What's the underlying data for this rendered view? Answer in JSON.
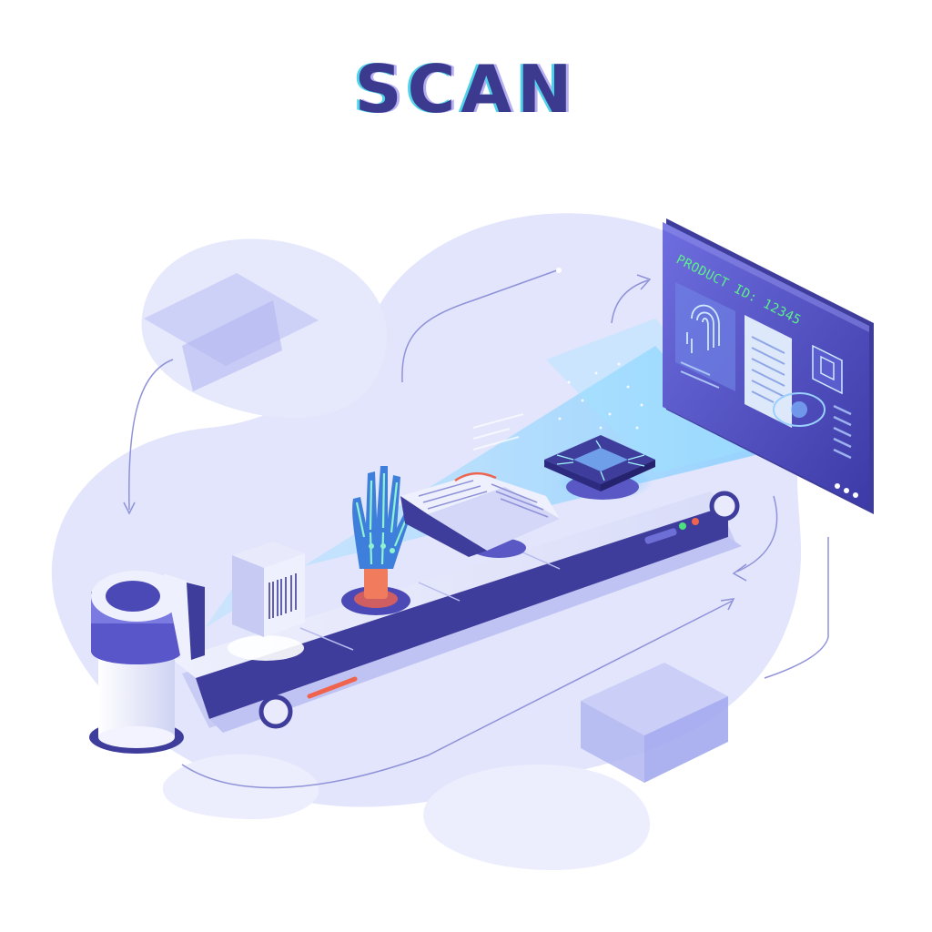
{
  "title": "SCAN",
  "screen": {
    "product_label": "PRODUCT ID: 12345"
  },
  "colors": {
    "indigo": "#3f3d9c",
    "lavender_bg": "#dfe1fb",
    "scan_beam": "#7fd6ff",
    "screen_text": "#5cf08a",
    "accent_red": "#f0644d",
    "cyan": "#4fd3e8"
  },
  "items_on_belt": [
    {
      "icon": "barcode-box-icon"
    },
    {
      "icon": "xray-hand-icon"
    },
    {
      "icon": "open-book-icon"
    },
    {
      "icon": "microchip-icon"
    }
  ],
  "screen_icons": [
    "fingerprint-icon",
    "document-icon",
    "chip-icon",
    "eye-icon"
  ],
  "indicator_lights": [
    "green",
    "red"
  ]
}
